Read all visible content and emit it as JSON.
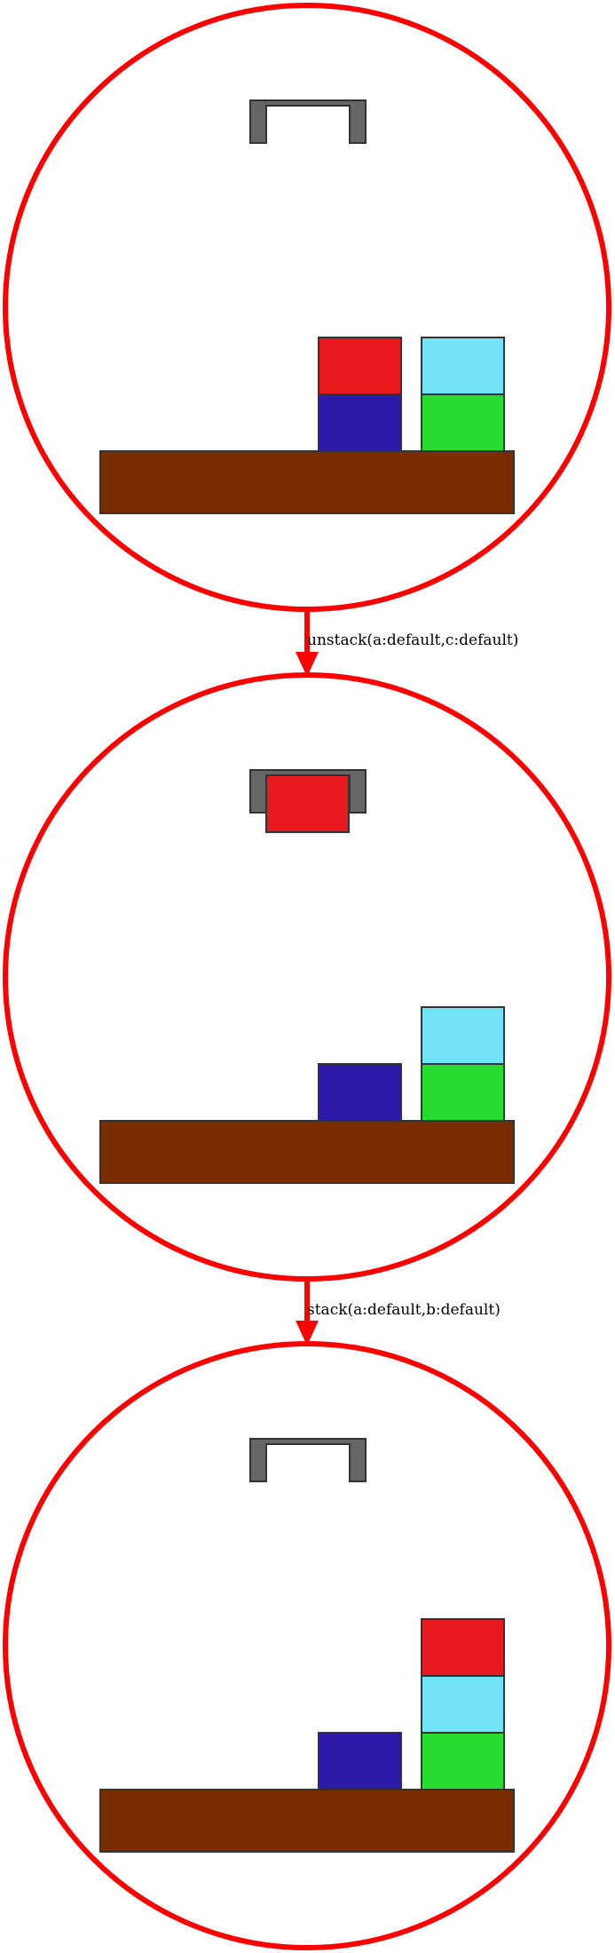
{
  "colors": {
    "frame": "#ff0000",
    "table": "#7b2d02",
    "gripper": "#666666",
    "outline": "#333333",
    "a": "#e8191f",
    "b": "#71e4f7",
    "c": "#2c1aa8",
    "d": "#26dd2f"
  },
  "icons": {
    "gripper": "gripper-icon",
    "arrow": "down-arrow-icon"
  },
  "states": [
    {
      "holding": null,
      "stacks": [
        {
          "column": "left",
          "blocks": [
            "c",
            "a"
          ]
        },
        {
          "column": "right",
          "blocks": [
            "d",
            "b"
          ]
        }
      ]
    },
    {
      "holding": "a",
      "stacks": [
        {
          "column": "left",
          "blocks": [
            "c"
          ]
        },
        {
          "column": "right",
          "blocks": [
            "d",
            "b"
          ]
        }
      ]
    },
    {
      "holding": null,
      "stacks": [
        {
          "column": "left",
          "blocks": [
            "c"
          ]
        },
        {
          "column": "right",
          "blocks": [
            "d",
            "b",
            "a"
          ]
        }
      ]
    }
  ],
  "actions": [
    {
      "label": "unstack(a:default,c:default)"
    },
    {
      "label": "stack(a:default,b:default)"
    }
  ]
}
